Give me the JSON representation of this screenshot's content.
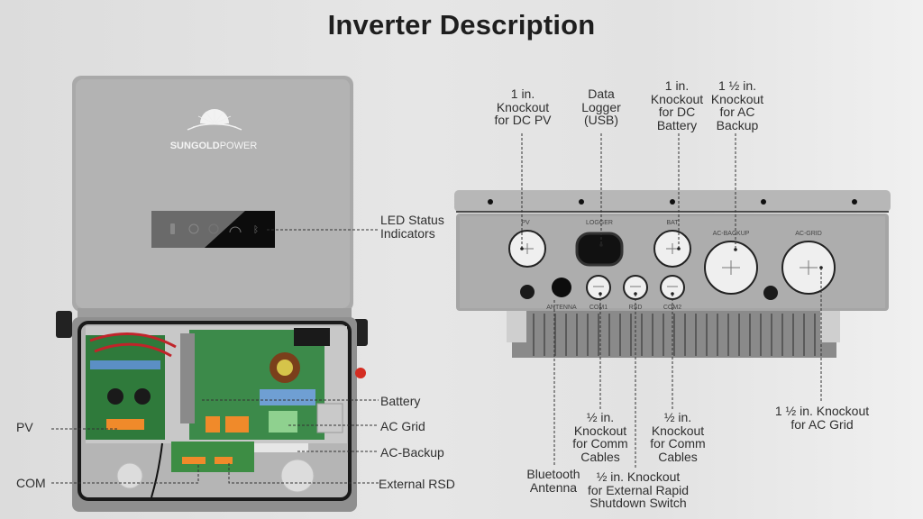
{
  "title": "Inverter Description",
  "brand": {
    "name_bold": "SUNGOLD",
    "name_light": "POWER"
  },
  "left_unit": {
    "led_label": [
      "LED Status",
      "Indicators"
    ],
    "callouts": {
      "battery": "Battery",
      "ac_grid": "AC Grid",
      "ac_backup": "AC-Backup",
      "external_rsd": "External RSD",
      "pv": "PV",
      "com": "COM"
    }
  },
  "right_unit": {
    "port_labels": {
      "pv": "PV",
      "logger": "LOGGER",
      "bat": "BAT",
      "ac_backup": "AC-BACKUP",
      "ac_grid": "AC-GRID",
      "antenna": "ANTENNA",
      "com1": "COM1",
      "rsd": "RSD",
      "com2": "COM2"
    },
    "top_callouts": {
      "dc_pv": [
        "1 in.",
        "Knockout",
        "for DC PV"
      ],
      "data_logger": [
        "Data",
        "Logger",
        "(USB)"
      ],
      "dc_battery": [
        "1 in.",
        "Knockout",
        "for DC",
        "Battery"
      ],
      "ac_backup": [
        "1 ½ in.",
        "Knockout",
        "for AC",
        "Backup"
      ]
    },
    "bottom_callouts": {
      "comm1": [
        "½ in.",
        "Knockout",
        "for Comm",
        "Cables"
      ],
      "comm2": [
        "½ in.",
        "Knockout",
        "for Comm",
        "Cables"
      ],
      "ac_grid": [
        "1 ½ in. Knockout",
        "for AC Grid"
      ],
      "bluetooth": [
        "Bluetooth",
        "Antenna"
      ],
      "rsd": [
        "½ in. Knockout",
        "for External Rapid",
        "Shutdown Switch"
      ]
    }
  }
}
